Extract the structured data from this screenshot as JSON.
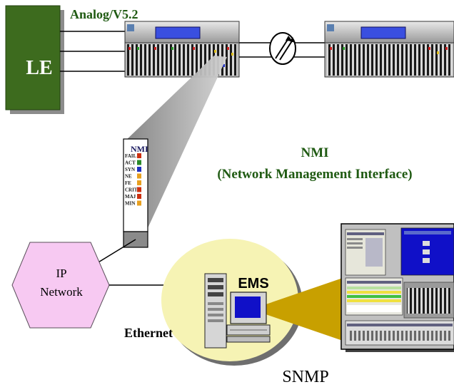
{
  "labels": {
    "analog_v52": "Analog/V5.2",
    "le": "LE",
    "nmi_title": "NMI",
    "nmi_subtitle": "(Network Management Interface)",
    "card_nmi": "NMI",
    "ip_network_line1": "IP",
    "ip_network_line2": "Network",
    "ems": "EMS",
    "ethernet": "Ethernet",
    "snmp": "SNMP"
  },
  "card_leds": [
    "FAIL",
    "ACT",
    "SYN",
    "NE",
    "FE",
    "CRIT",
    "MAJ",
    "MIN"
  ],
  "colors": {
    "le_box": "#3d6b1e",
    "title_green": "#1f5a12",
    "ip_network_fill": "#f7c9f2",
    "ems_bubble": "#f6f3b4",
    "beam_gold": "#c8a000",
    "callout_gray": "#a8a8a8",
    "screen_blue": "#1010c8"
  }
}
